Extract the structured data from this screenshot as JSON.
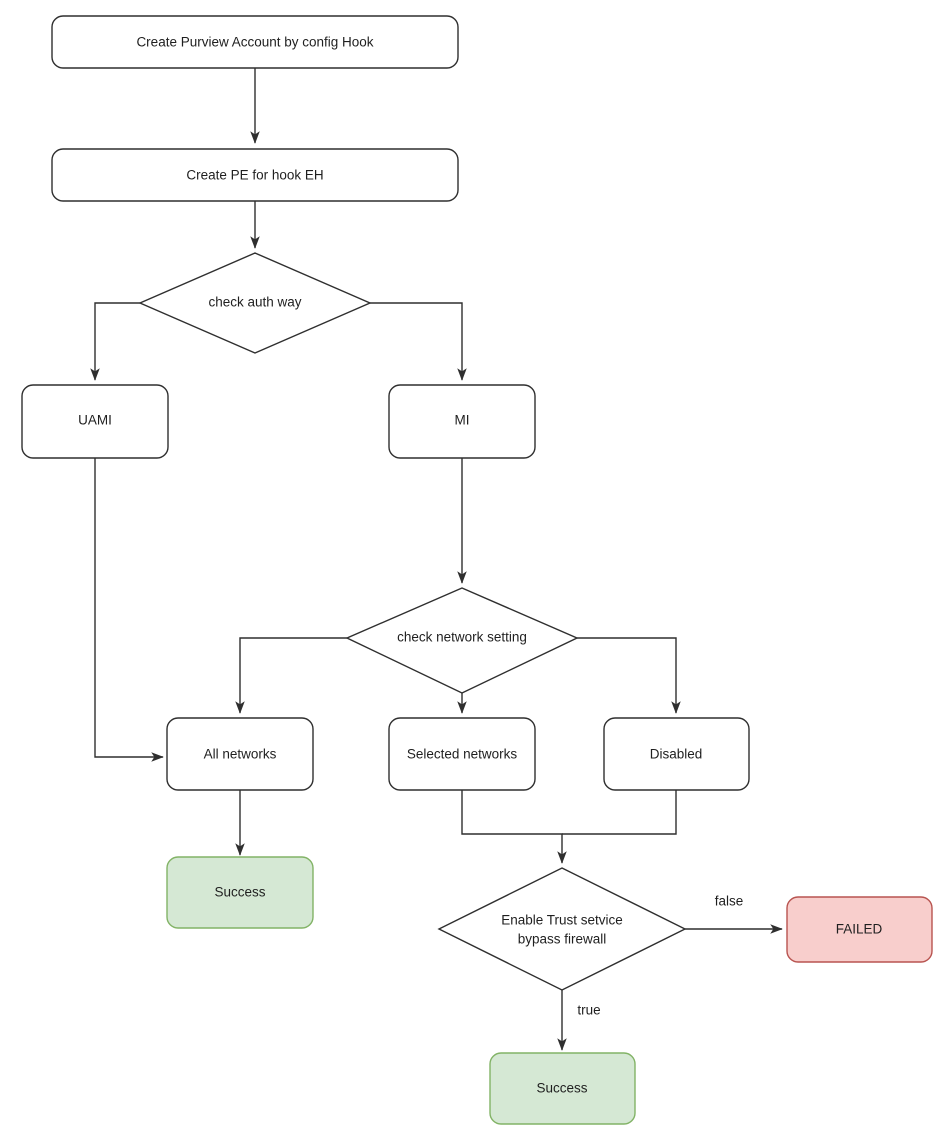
{
  "diagram": {
    "type": "flowchart",
    "title": "Create Purview Account by config Hook",
    "colors": {
      "node_fill": "#ffffff",
      "node_stroke": "#2f2f2f",
      "success_fill": "#d5e8d4",
      "success_stroke": "#82b366",
      "failed_fill": "#f8cecc",
      "failed_stroke": "#b85450",
      "edge_stroke": "#2f2f2f",
      "text": "#1f1f1f"
    },
    "nodes": {
      "create_account": {
        "label": "Create Purview Account by config Hook",
        "shape": "rounded-rect",
        "style": "default"
      },
      "create_pe": {
        "label": "Create PE for hook EH",
        "shape": "rounded-rect",
        "style": "default"
      },
      "check_auth": {
        "label": "check auth way",
        "shape": "diamond",
        "style": "default"
      },
      "uami": {
        "label": "UAMI",
        "shape": "rounded-rect",
        "style": "default"
      },
      "mi": {
        "label": "MI",
        "shape": "rounded-rect",
        "style": "default"
      },
      "check_network": {
        "label": "check network setting",
        "shape": "diamond",
        "style": "default"
      },
      "all_networks": {
        "label": "All networks",
        "shape": "rounded-rect",
        "style": "default"
      },
      "selected_networks": {
        "label": "Selected networks",
        "shape": "rounded-rect",
        "style": "default"
      },
      "disabled": {
        "label": "Disabled",
        "shape": "rounded-rect",
        "style": "default"
      },
      "success_left": {
        "label": "Success",
        "shape": "rounded-rect",
        "style": "success"
      },
      "enable_trust": {
        "label_line1": "Enable Trust setvice",
        "label_line2": "bypass firewall",
        "shape": "diamond",
        "style": "default"
      },
      "failed": {
        "label": "FAILED",
        "shape": "rounded-rect",
        "style": "failed"
      },
      "success_bottom": {
        "label": "Success",
        "shape": "rounded-rect",
        "style": "success"
      }
    },
    "edge_labels": {
      "trust_false": "false",
      "trust_true": "true"
    },
    "edges": [
      {
        "from": "create_account",
        "to": "create_pe",
        "label": ""
      },
      {
        "from": "create_pe",
        "to": "check_auth",
        "label": ""
      },
      {
        "from": "check_auth",
        "to": "uami",
        "label": ""
      },
      {
        "from": "check_auth",
        "to": "mi",
        "label": ""
      },
      {
        "from": "uami",
        "to": "all_networks",
        "label": ""
      },
      {
        "from": "mi",
        "to": "check_network",
        "label": ""
      },
      {
        "from": "check_network",
        "to": "all_networks",
        "label": ""
      },
      {
        "from": "check_network",
        "to": "selected_networks",
        "label": ""
      },
      {
        "from": "check_network",
        "to": "disabled",
        "label": ""
      },
      {
        "from": "all_networks",
        "to": "success_left",
        "label": ""
      },
      {
        "from": "selected_networks",
        "to": "enable_trust",
        "label": ""
      },
      {
        "from": "disabled",
        "to": "enable_trust",
        "label": ""
      },
      {
        "from": "enable_trust",
        "to": "failed",
        "label": "false"
      },
      {
        "from": "enable_trust",
        "to": "success_bottom",
        "label": "true"
      }
    ]
  }
}
